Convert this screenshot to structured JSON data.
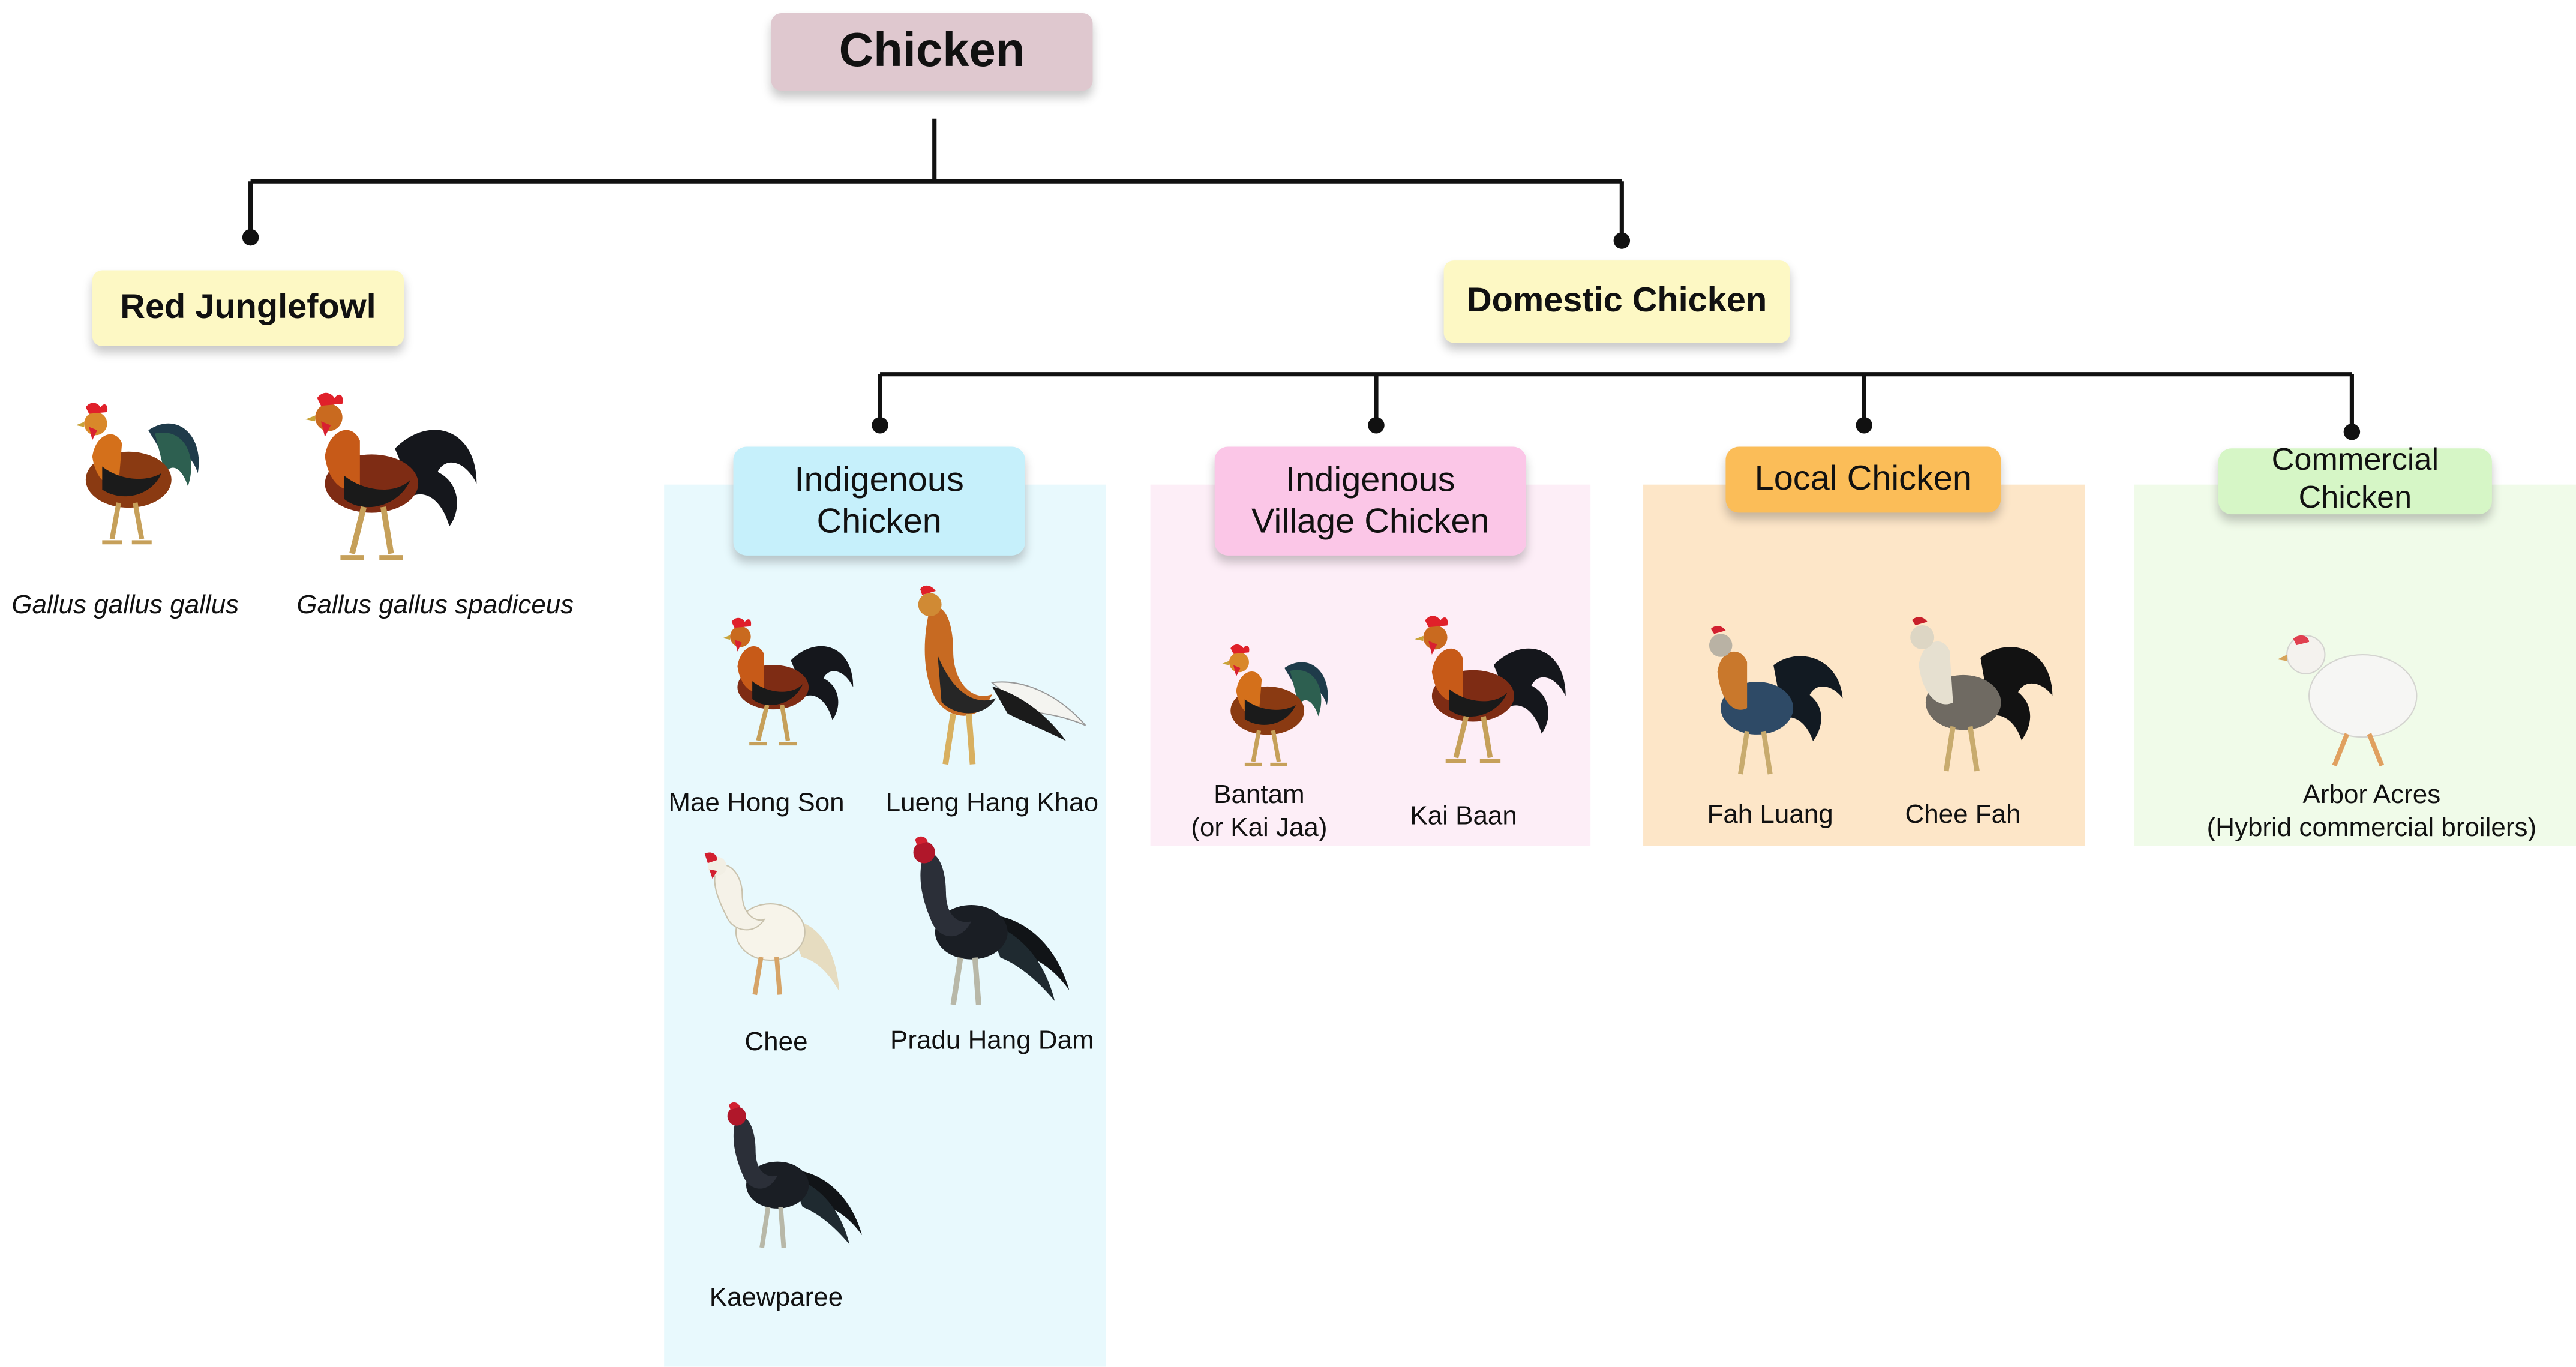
{
  "root": {
    "label": "Chicken",
    "color": "#dfc8cf"
  },
  "red_junglefowl": {
    "label": "Red Junglefowl",
    "color": "#fdf8c4",
    "birds": [
      "Gallus gallus gallus",
      "Gallus gallus spadiceus"
    ]
  },
  "domestic": {
    "label": "Domestic Chicken",
    "color": "#fdf8c4"
  },
  "groups": [
    {
      "label_lines": [
        "Indigenous",
        "Chicken"
      ],
      "box_color": "#c6f0fb",
      "panel_color": "#e8f9fd",
      "birds": [
        {
          "lines": [
            "Mae Hong Son"
          ],
          "icon": "rooster-red-icon"
        },
        {
          "lines": [
            "Lueng Hang Khao"
          ],
          "icon": "rooster-red-white-tail-icon"
        },
        {
          "lines": [
            "Chee"
          ],
          "icon": "rooster-white-icon"
        },
        {
          "lines": [
            "Pradu Hang Dam"
          ],
          "icon": "rooster-black-icon"
        },
        {
          "lines": [
            "Kaewparee"
          ],
          "icon": "rooster-black-icon"
        }
      ]
    },
    {
      "label_lines": [
        "Indigenous",
        "Village Chicken"
      ],
      "box_color": "#fbc6e7",
      "panel_color": "#fdeef7",
      "birds": [
        {
          "lines": [
            "Bantam",
            "(or Kai Jaa)"
          ],
          "icon": "rooster-bantam-icon"
        },
        {
          "lines": [
            "Kai Baan"
          ],
          "icon": "rooster-dark-red-icon"
        }
      ]
    },
    {
      "label_lines": [
        "Local Chicken"
      ],
      "box_color": "#fbbd58",
      "panel_color": "#fde6c8",
      "birds": [
        {
          "lines": [
            "Fah Luang"
          ],
          "icon": "rooster-blue-icon"
        },
        {
          "lines": [
            "Chee Fah"
          ],
          "icon": "rooster-grey-icon"
        }
      ]
    },
    {
      "label_lines": [
        "Commercial",
        "Chicken"
      ],
      "box_color": "#d6f6c6",
      "panel_color": "#f0fbe9",
      "birds": [
        {
          "lines": [
            "Arbor Acres",
            "(Hybrid commercial broilers)"
          ],
          "icon": "broiler-white-icon"
        }
      ]
    }
  ]
}
